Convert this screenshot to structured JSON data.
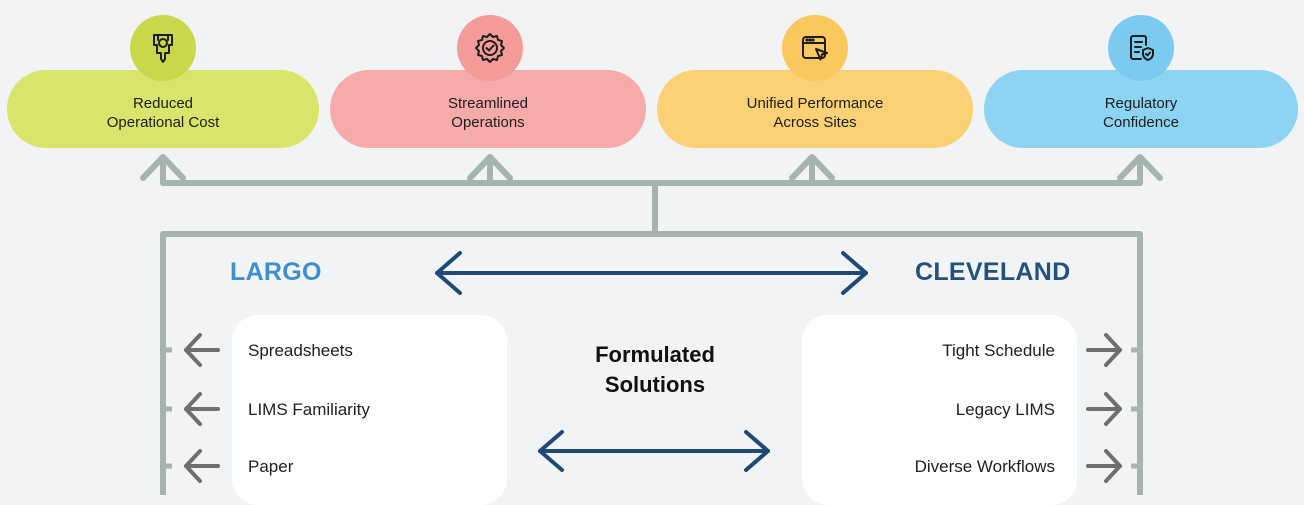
{
  "benefits": [
    {
      "line1": "Reduced",
      "line2": "Operational Cost",
      "pill_color": "#d8e46a",
      "icon_bg": "#c8d84a",
      "icon": "cost-down-icon"
    },
    {
      "line1": "Streamlined",
      "line2": "Operations",
      "pill_color": "#f7aaaa",
      "icon_bg": "#f39c9a",
      "icon": "gear-check-icon"
    },
    {
      "line1": "Unified Performance",
      "line2": "Across Sites",
      "pill_color": "#fbd175",
      "icon_bg": "#fbc85e",
      "icon": "browser-cursor-icon"
    },
    {
      "line1": "Regulatory",
      "line2": "Confidence",
      "pill_color": "#8dd3f2",
      "icon_bg": "#7ccaef",
      "icon": "document-shield-icon"
    }
  ],
  "sites": {
    "left": {
      "name": "LARGO",
      "color": "#3d8fd0"
    },
    "right": {
      "name": "CLEVELAND",
      "color": "#23527f"
    }
  },
  "left_items": [
    "Spreadsheets",
    "LIMS Familiarity",
    "Paper"
  ],
  "right_items": [
    "Tight Schedule",
    "Legacy LIMS",
    "Diverse Workflows"
  ],
  "center": {
    "line1": "Formulated",
    "line2": "Solutions"
  },
  "colors": {
    "connector": "#a5b3b1",
    "arrow_blue": "#1f4a78",
    "side_arrow": "#6f6f6f"
  }
}
